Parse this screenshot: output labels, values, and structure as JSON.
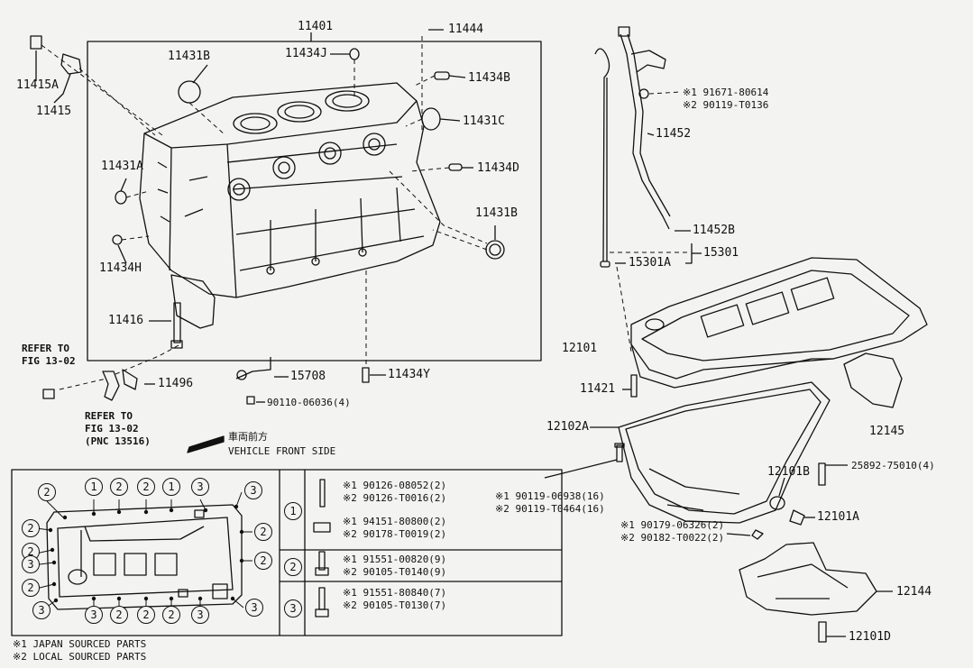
{
  "parts": {
    "p11401": "11401",
    "p11444": "11444",
    "p11434J": "11434J",
    "p11431B_top": "11431B",
    "p11434B": "11434B",
    "p11431C": "11431C",
    "p11434D": "11434D",
    "p11431B_right": "11431B",
    "p11431A": "11431A",
    "p11434H": "11434H",
    "p11416": "11416",
    "p11415A": "11415A",
    "p11415": "11415",
    "p11496": "11496",
    "p15708": "15708",
    "p90110": "90110-06036(4)",
    "p11434Y": "11434Y",
    "p11452": "11452",
    "p11452B": "11452B",
    "p15301A": "15301A",
    "p15301": "15301",
    "p12101": "12101",
    "p11421": "11421",
    "p12102A": "12102A",
    "p12145": "12145",
    "p12101B": "12101B",
    "p25892": "25892-75010(4)",
    "p12101A": "12101A",
    "p12144": "12144",
    "p12101D": "12101D"
  },
  "dipstick_bracket_bolts": {
    "j": "※1 91671-80614",
    "l": "※2 90119-T0136"
  },
  "pan_bolts": {
    "j": "※1 90119-06938(16)",
    "l": "※2 90119-T0464(16)"
  },
  "drain_plug_gaskets": {
    "j": "※1 90179-06326(2)",
    "l": "※2 90182-T0022(2)"
  },
  "refer_1": {
    "a": "REFER TO",
    "b": "FIG 13-02"
  },
  "refer_2": {
    "a": "REFER TO",
    "b": "FIG 13-02",
    "c": "(PNC 13516)"
  },
  "front": {
    "jp": "車両前方",
    "en": "VEHICLE FRONT SIDE"
  },
  "legend_table": {
    "rows": [
      {
        "num": "1",
        "a": "※1 90126-08052(2)",
        "b": "※2 90126-T0016(2)",
        "c": "※1 94151-80800(2)",
        "d": "※2 90178-T0019(2)"
      },
      {
        "num": "2",
        "a": "※1 91551-00820(9)",
        "b": "※2 90105-T0140(9)"
      },
      {
        "num": "3",
        "a": "※1 91551-80840(7)",
        "b": "※2 90105-T0130(7)"
      }
    ]
  },
  "callouts": {
    "top": [
      "2",
      "1",
      "2",
      "2",
      "1",
      "3",
      "3"
    ],
    "left": [
      "2",
      "2",
      "3",
      "2",
      "3"
    ],
    "right": [
      "2",
      "2"
    ],
    "bottom": [
      "3",
      "2",
      "2",
      "2",
      "3",
      "3"
    ]
  },
  "footnotes": {
    "n1": "※1 JAPAN SOURCED PARTS",
    "n2": "※2 LOCAL SOURCED PARTS"
  }
}
